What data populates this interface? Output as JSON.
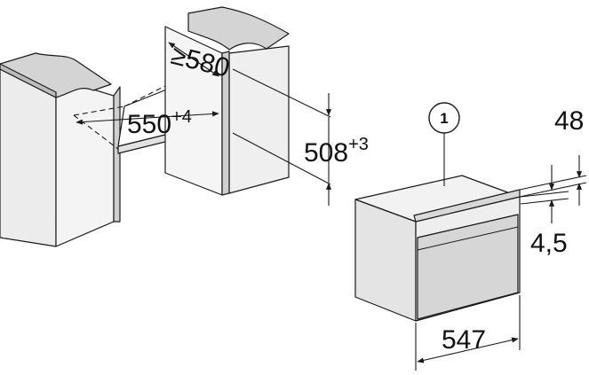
{
  "dimensions": {
    "niche_depth": {
      "prefix": "≥",
      "value": "580"
    },
    "niche_width": {
      "value": "550",
      "tolerance": "+4"
    },
    "niche_height": {
      "value": "508",
      "tolerance": "+3"
    },
    "appliance_width": {
      "value": "547"
    },
    "front_depth": {
      "value": "48"
    },
    "gap": {
      "value": "4,5"
    }
  },
  "callouts": [
    {
      "number": "1"
    }
  ],
  "colors": {
    "line": "#1a1a1a",
    "panel_fill": "#e8e8e8",
    "panel_side": "#d2d2d2",
    "worktop_fill": "#cfcfcf",
    "oven_front": "#e6e6e6",
    "oven_side": "#dcdcdc"
  }
}
